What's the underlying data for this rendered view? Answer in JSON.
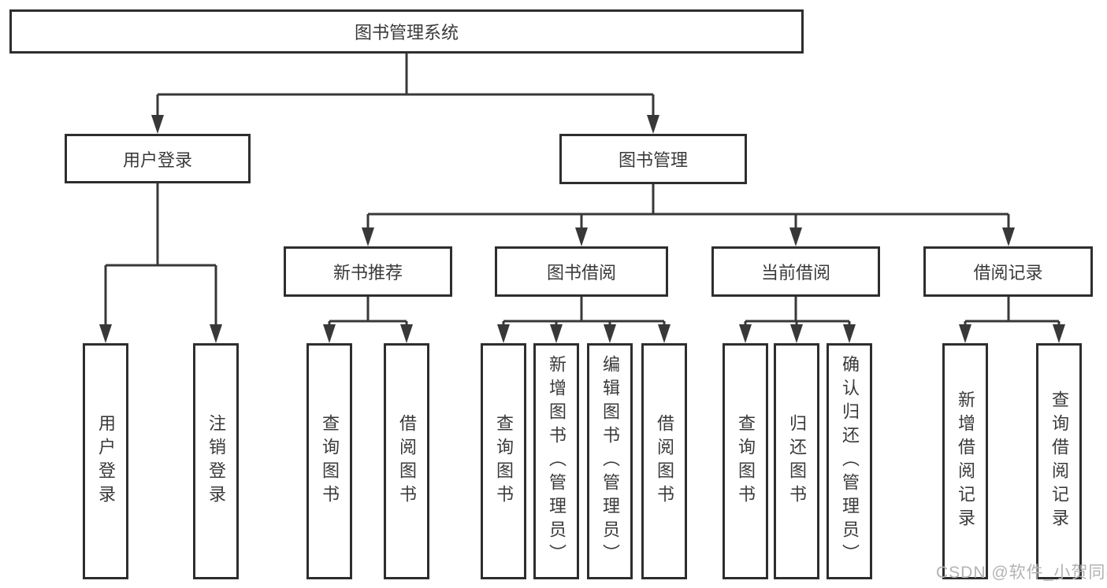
{
  "diagram": {
    "title": "图书管理系统",
    "branches": [
      {
        "label": "用户登录",
        "children": [
          {
            "label": "用户登录"
          },
          {
            "label": "注销登录"
          }
        ]
      },
      {
        "label": "图书管理",
        "children": [
          {
            "label": "新书推荐",
            "children": [
              {
                "label": "查询图书"
              },
              {
                "label": "借阅图书"
              }
            ]
          },
          {
            "label": "图书借阅",
            "children": [
              {
                "label": "查询图书"
              },
              {
                "label": "新增图书（管理员）"
              },
              {
                "label": "编辑图书（管理员）"
              },
              {
                "label": "借阅图书"
              }
            ]
          },
          {
            "label": "当前借阅",
            "children": [
              {
                "label": "查询图书"
              },
              {
                "label": "归还图书"
              },
              {
                "label": "确认归还（管理员）"
              }
            ]
          },
          {
            "label": "借阅记录",
            "children": [
              {
                "label": "新增借阅记录"
              },
              {
                "label": "查询借阅记录"
              }
            ]
          }
        ]
      }
    ]
  },
  "watermark": "CSDN @软件_小贺同学",
  "colors": {
    "line": "#383838",
    "border": "#2e2e2e",
    "text": "#3a3a3a",
    "watermark": "#b3b3b3"
  }
}
